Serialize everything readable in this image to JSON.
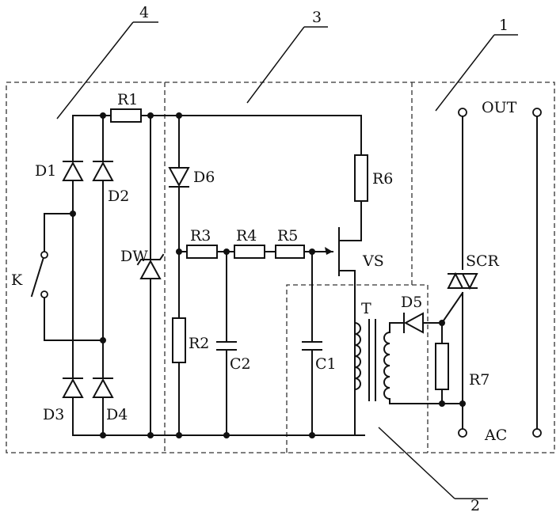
{
  "blocks": [
    "1",
    "2",
    "3",
    "4"
  ],
  "components": {
    "r1": "R1",
    "r2": "R2",
    "r3": "R3",
    "r4": "R4",
    "r5": "R5",
    "r6": "R6",
    "r7": "R7",
    "d1": "D1",
    "d2": "D2",
    "d3": "D3",
    "d4": "D4",
    "d5": "D5",
    "d6": "D6",
    "dw": "DW",
    "c1": "C1",
    "c2": "C2",
    "vs": "VS",
    "t": "T",
    "scr": "SCR",
    "k": "K"
  },
  "terminals": {
    "out": "OUT",
    "ac": "AC"
  }
}
